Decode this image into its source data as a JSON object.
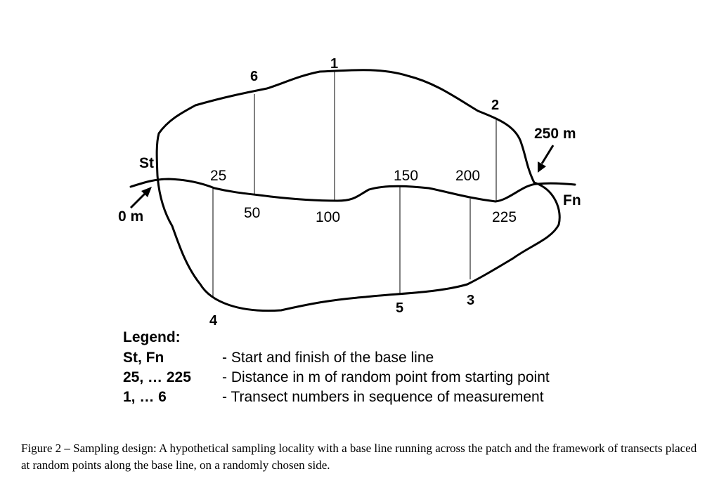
{
  "diagram": {
    "start_label": "St",
    "finish_label": "Fn",
    "zero_label": "0 m",
    "end_label": "250 m",
    "distance_labels": [
      "25",
      "50",
      "100",
      "150",
      "200",
      "225"
    ],
    "transect_numbers": [
      "1",
      "2",
      "3",
      "4",
      "5",
      "6"
    ]
  },
  "legend": {
    "title": "Legend:",
    "rows": [
      {
        "key": "St, Fn",
        "desc": "- Start and finish of the base line"
      },
      {
        "key": "25, … 225",
        "desc": "- Distance in m of random point from starting point"
      },
      {
        "key": "1, … 6",
        "desc": "- Transect numbers in sequence of measurement"
      }
    ]
  },
  "caption": "Figure 2 – Sampling design: A hypothetical sampling locality with a base line running across the patch and the framework of transects placed at random points along the base line, on a randomly chosen side."
}
